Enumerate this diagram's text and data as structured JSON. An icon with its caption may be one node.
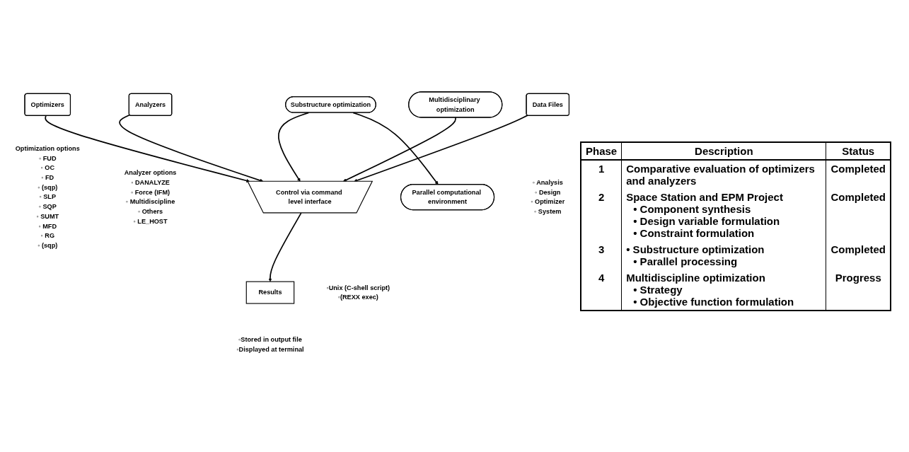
{
  "diagram": {
    "nodes": [
      {
        "text": [
          "Optimizers"
        ],
        "beside": [
          "Optimization options",
          "◦ FUD",
          "◦ OC",
          "◦ FD",
          "◦ (sqp)",
          "◦ SLP",
          "◦ SQP",
          "◦ SUMT",
          "◦ MFD",
          "◦ RG",
          "◦ (sqp)"
        ]
      },
      {
        "text": [
          "Analyzers"
        ],
        "beside": [
          "Analyzer options",
          "◦ DANALYZE",
          "◦ Force (IFM)",
          "◦ Multidiscipline",
          "◦ Others",
          "◦ LE_HOST"
        ]
      },
      {
        "text": [
          "Data Files"
        ],
        "beside": [
          "◦ Analysis",
          "◦ Design",
          "◦ Optimizer",
          "◦ System"
        ]
      },
      {
        "text": [
          "Control via command level interface"
        ],
        "beside": [
          "◦Unix (C-shell script)",
          "◦(REXX exec)"
        ]
      },
      {
        "text": [
          "Substructure optimization"
        ]
      },
      {
        "text": [
          "Parallel computational environment"
        ]
      },
      {
        "text": [
          "Multidisciplinary optimization"
        ]
      },
      {
        "text": [
          "Results"
        ],
        "beside": [
          "◦Stored in output file",
          "◦Displayed at terminal"
        ]
      }
    ],
    "edges": [
      {
        "from": 0,
        "to": 3,
        "arrow": "to"
      },
      {
        "from": 1,
        "to": 3,
        "arrow": "to"
      },
      {
        "from": 2,
        "to": 3,
        "arrow": "to"
      },
      {
        "from": 4,
        "to": 3,
        "arrow": "to"
      },
      {
        "from": 4,
        "to": 5,
        "arrow": "to"
      },
      {
        "from": 6,
        "to": 3,
        "arrow": "to"
      },
      {
        "from": 3,
        "to": 7,
        "arrow": "to"
      }
    ],
    "labels": [
      "Phase",
      "Description",
      "Status",
      "1",
      "Comparative evaluation of optimizers and analyzers",
      "Completed",
      "2",
      "Space Station and EPM Project",
      "• Component synthesis",
      "• Design variable formulation",
      "• Constraint formulation",
      "Completed",
      "3",
      "• Substructure optimization",
      "• Parallel processing",
      "Completed",
      "4",
      "Multidiscipline optimization",
      "• Strategy",
      "• Objective function formulation",
      "Progress"
    ]
  }
}
